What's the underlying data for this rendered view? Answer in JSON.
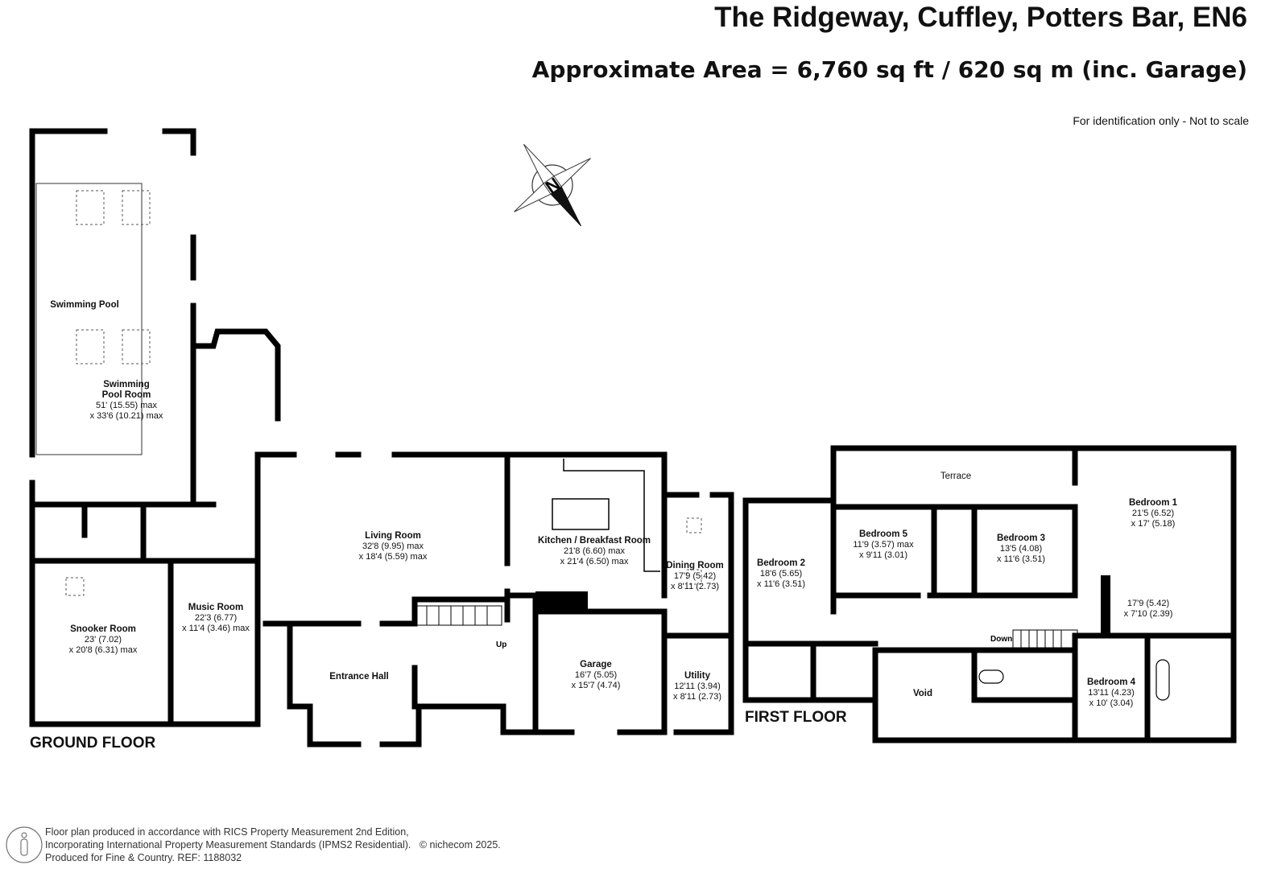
{
  "header": {
    "title": "The Ridgeway, Cuffley, Potters Bar, EN6",
    "area": "Approximate Area = 6,760 sq ft / 620 sq m (inc. Garage)",
    "disclaimer": "For identification only - Not to scale"
  },
  "compass": {
    "label": "N"
  },
  "ground_floor": {
    "label": "GROUND FLOOR",
    "rooms": [
      {
        "name": "Swimming Pool",
        "dims1": "",
        "dims2": ""
      },
      {
        "name": "Swimming Pool Room",
        "dims1": "51' (15.55) max",
        "dims2": "x 33'6 (10.21) max"
      },
      {
        "name": "Snooker Room",
        "dims1": "23' (7.02)",
        "dims2": "x 20'8 (6.31) max"
      },
      {
        "name": "Music Room",
        "dims1": "22'3 (6.77)",
        "dims2": "x 11'4 (3.46) max"
      },
      {
        "name": "Living Room",
        "dims1": "32'8 (9.95) max",
        "dims2": "x 18'4 (5.59) max"
      },
      {
        "name": "Entrance Hall",
        "dims1": "",
        "dims2": ""
      },
      {
        "name": "Kitchen / Breakfast Room",
        "dims1": "21'8 (6.60) max",
        "dims2": "x 21'4 (6.50) max"
      },
      {
        "name": "Dining Room",
        "dims1": "17'9 (5.42)",
        "dims2": "x 8'11 (2.73)"
      },
      {
        "name": "Garage",
        "dims1": "16'7 (5.05)",
        "dims2": "x 15'7 (4.74)"
      },
      {
        "name": "Utility",
        "dims1": "12'11 (3.94)",
        "dims2": "x 8'11 (2.73)"
      }
    ],
    "stairs_label": "Up"
  },
  "first_floor": {
    "label": "FIRST FLOOR",
    "rooms": [
      {
        "name": "Terrace",
        "dims1": "",
        "dims2": ""
      },
      {
        "name": "Bedroom 1",
        "dims1": "21'5 (6.52)",
        "dims2": "x 17' (5.18)"
      },
      {
        "name": "Bedroom 2",
        "dims1": "18'6 (5.65)",
        "dims2": "x 11'6 (3.51)"
      },
      {
        "name": "Bedroom 3",
        "dims1": "13'5 (4.08)",
        "dims2": "x 11'6 (3.51)"
      },
      {
        "name": "Bedroom 4",
        "dims1": "13'11 (4.23)",
        "dims2": "x 10' (3.04)"
      },
      {
        "name": "Bedroom 5",
        "dims1": "11'9 (3.57) max",
        "dims2": "x 9'11 (3.01)"
      },
      {
        "name": "",
        "dims1": "17'9 (5.42)",
        "dims2": "x 7'10 (2.39)"
      },
      {
        "name": "Void",
        "dims1": "",
        "dims2": ""
      }
    ],
    "stairs_label": "Down"
  },
  "footer": {
    "line1": "Floor plan produced in accordance with RICS Property Measurement 2nd Edition,",
    "line2": "Incorporating International Property Measurement Standards (IPMS2 Residential).",
    "copyright": "© nichecom 2025.",
    "line3": "Produced for Fine & Country.   REF: 1188032"
  }
}
